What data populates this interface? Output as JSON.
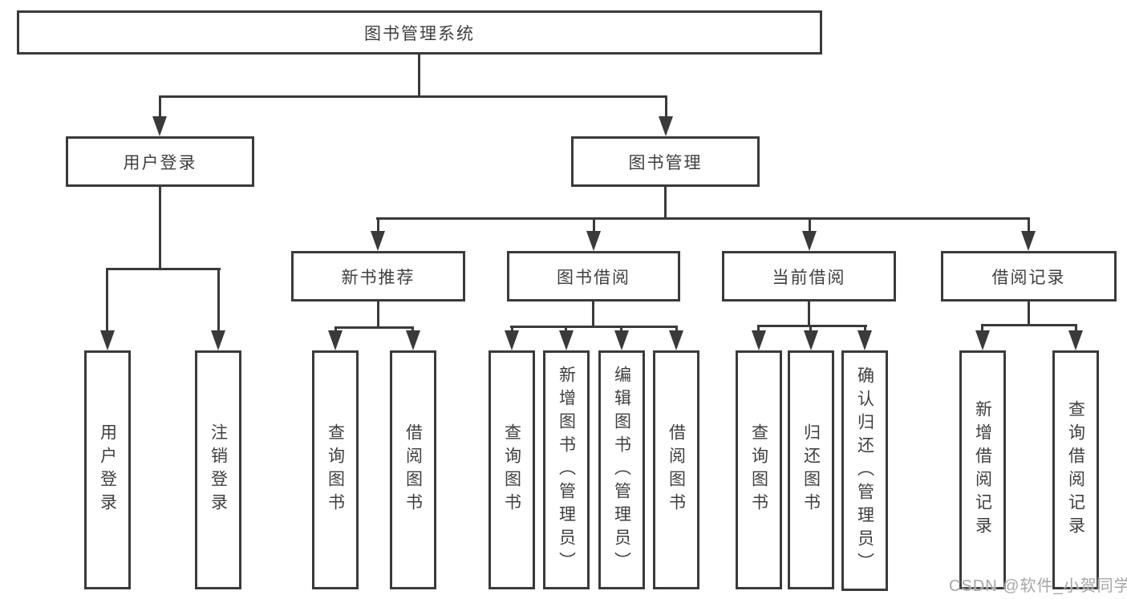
{
  "diagram": {
    "root": {
      "label": "图书管理系统"
    },
    "level2": [
      {
        "label": "用户登录"
      },
      {
        "label": "图书管理"
      }
    ],
    "level3": [
      {
        "label": "新书推荐"
      },
      {
        "label": "图书借阅"
      },
      {
        "label": "当前借阅"
      },
      {
        "label": "借阅记录"
      }
    ],
    "leaves": [
      {
        "label": "用户登录"
      },
      {
        "label": "注销登录"
      },
      {
        "label": "查询图书"
      },
      {
        "label": "借阅图书"
      },
      {
        "label": "查询图书"
      },
      {
        "label": "新增图书（管理员）"
      },
      {
        "label": "编辑图书（管理员）"
      },
      {
        "label": "借阅图书"
      },
      {
        "label": "查询图书"
      },
      {
        "label": "归还图书"
      },
      {
        "label": "确认归还（管理员）"
      },
      {
        "label": "新增借阅记录"
      },
      {
        "label": "查询借阅记录"
      }
    ],
    "colors": {
      "line": "#3a3a3a",
      "text": "#3f3f3f",
      "background": "#ffffff",
      "watermark": "#a6a6a6"
    }
  },
  "watermark": {
    "text": "CSDN @软件_小贺同学"
  }
}
